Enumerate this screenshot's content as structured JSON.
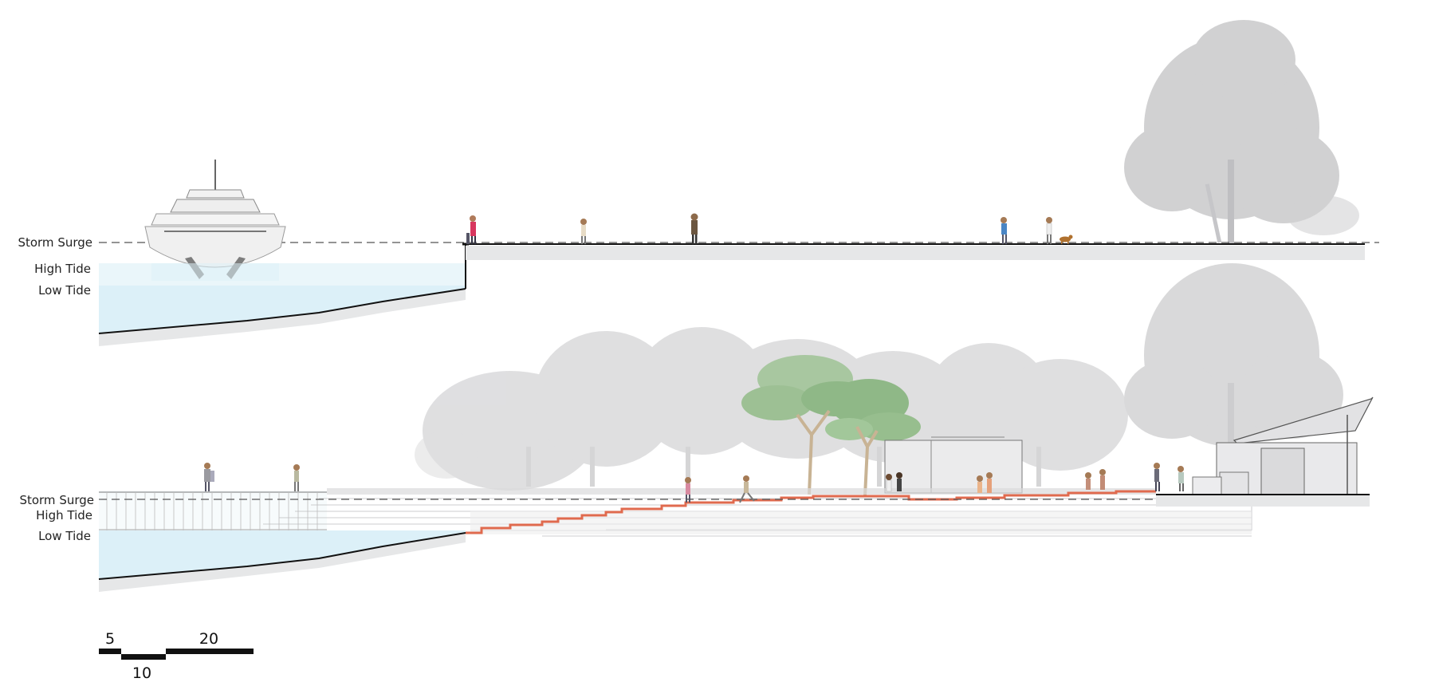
{
  "sections": [
    {
      "id": "existing",
      "labels": {
        "storm_surge": "Storm Surge",
        "high_tide": "High Tide",
        "low_tide": "Low Tide"
      }
    },
    {
      "id": "proposed",
      "labels": {
        "storm_surge": "Storm Surge",
        "high_tide": "High Tide",
        "low_tide": "Low Tide"
      }
    }
  ],
  "scale_bar": {
    "ticks": [
      "5",
      "10",
      "20"
    ]
  },
  "colors": {
    "water": "#dcf0f8",
    "ground": "#e6e7e8",
    "red_steps": "#e06a4e",
    "tree_grey": "#c9c9cb",
    "tree_green": "#8fb887",
    "line": "#111111"
  },
  "icons": [
    "yacht-icon",
    "pedestrian-icon",
    "dog-icon",
    "tree-icon",
    "pavilion-icon",
    "kiosk-icon"
  ]
}
